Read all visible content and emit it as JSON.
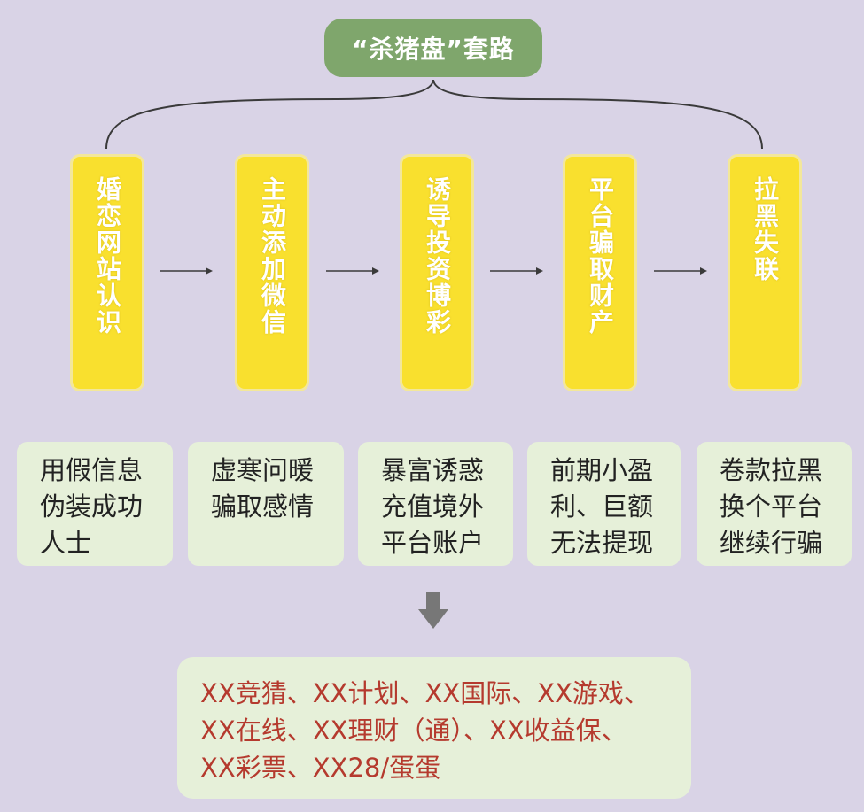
{
  "title": "“杀猪盘”套路",
  "stages": [
    {
      "label": "婚恋网站认识",
      "description": [
        "用假信息",
        "伪装成功",
        "人士"
      ]
    },
    {
      "label": "主动添加微信",
      "description": [
        "虚寒问暖",
        "骗取感情"
      ]
    },
    {
      "label": "诱导投资博彩",
      "description": [
        "暴富诱惑",
        "充值境外",
        "平台账户"
      ]
    },
    {
      "label": "平台骗取财产",
      "description": [
        "前期小盈",
        "利、巨额",
        "无法提现"
      ]
    },
    {
      "label": "拉黑失联",
      "description": [
        "卷款拉黑",
        "换个平台",
        "继续行骗"
      ]
    }
  ],
  "platforms": {
    "lines": [
      "XX竞猜、XX计划、XX国际、XX游戏、",
      "XX在线、XX理财（通）、XX收益保、",
      "XX彩票、XX28/蛋蛋"
    ]
  },
  "colors": {
    "background": "#d9d3e6",
    "title_pill": "#7fa66c",
    "stage_box": "#f9e02e",
    "desc_box": "#e6f0d9",
    "platform_text": "#b53a2e",
    "arrow": "#777777"
  }
}
